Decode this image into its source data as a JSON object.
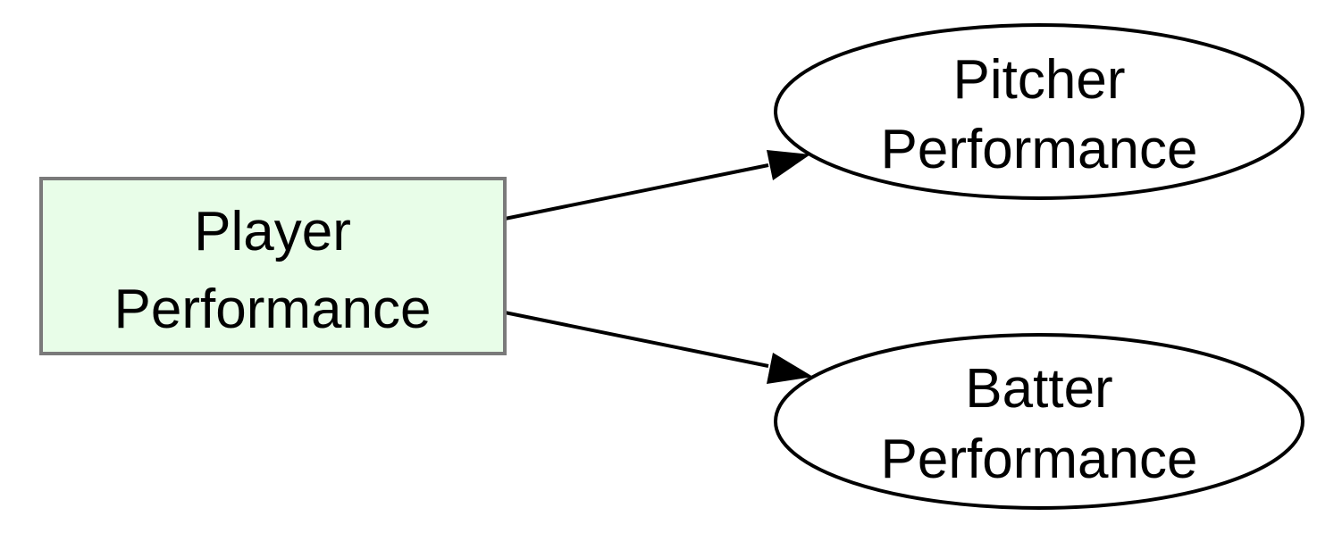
{
  "nodes": {
    "player": {
      "label_line1": "Player",
      "label_line2": "Performance",
      "fill": "#e8fde8",
      "stroke": "#7a7a7a"
    },
    "pitcher": {
      "label_line1": "Pitcher",
      "label_line2": "Performance",
      "fill": "#ffffff",
      "stroke": "#000000"
    },
    "batter": {
      "label_line1": "Batter",
      "label_line2": "Performance",
      "fill": "#ffffff",
      "stroke": "#000000"
    }
  },
  "edges": [
    {
      "from": "Player Performance",
      "to": "Pitcher Performance"
    },
    {
      "from": "Player Performance",
      "to": "Batter Performance"
    }
  ],
  "colors": {
    "edge": "#000000",
    "background": "#ffffff"
  }
}
